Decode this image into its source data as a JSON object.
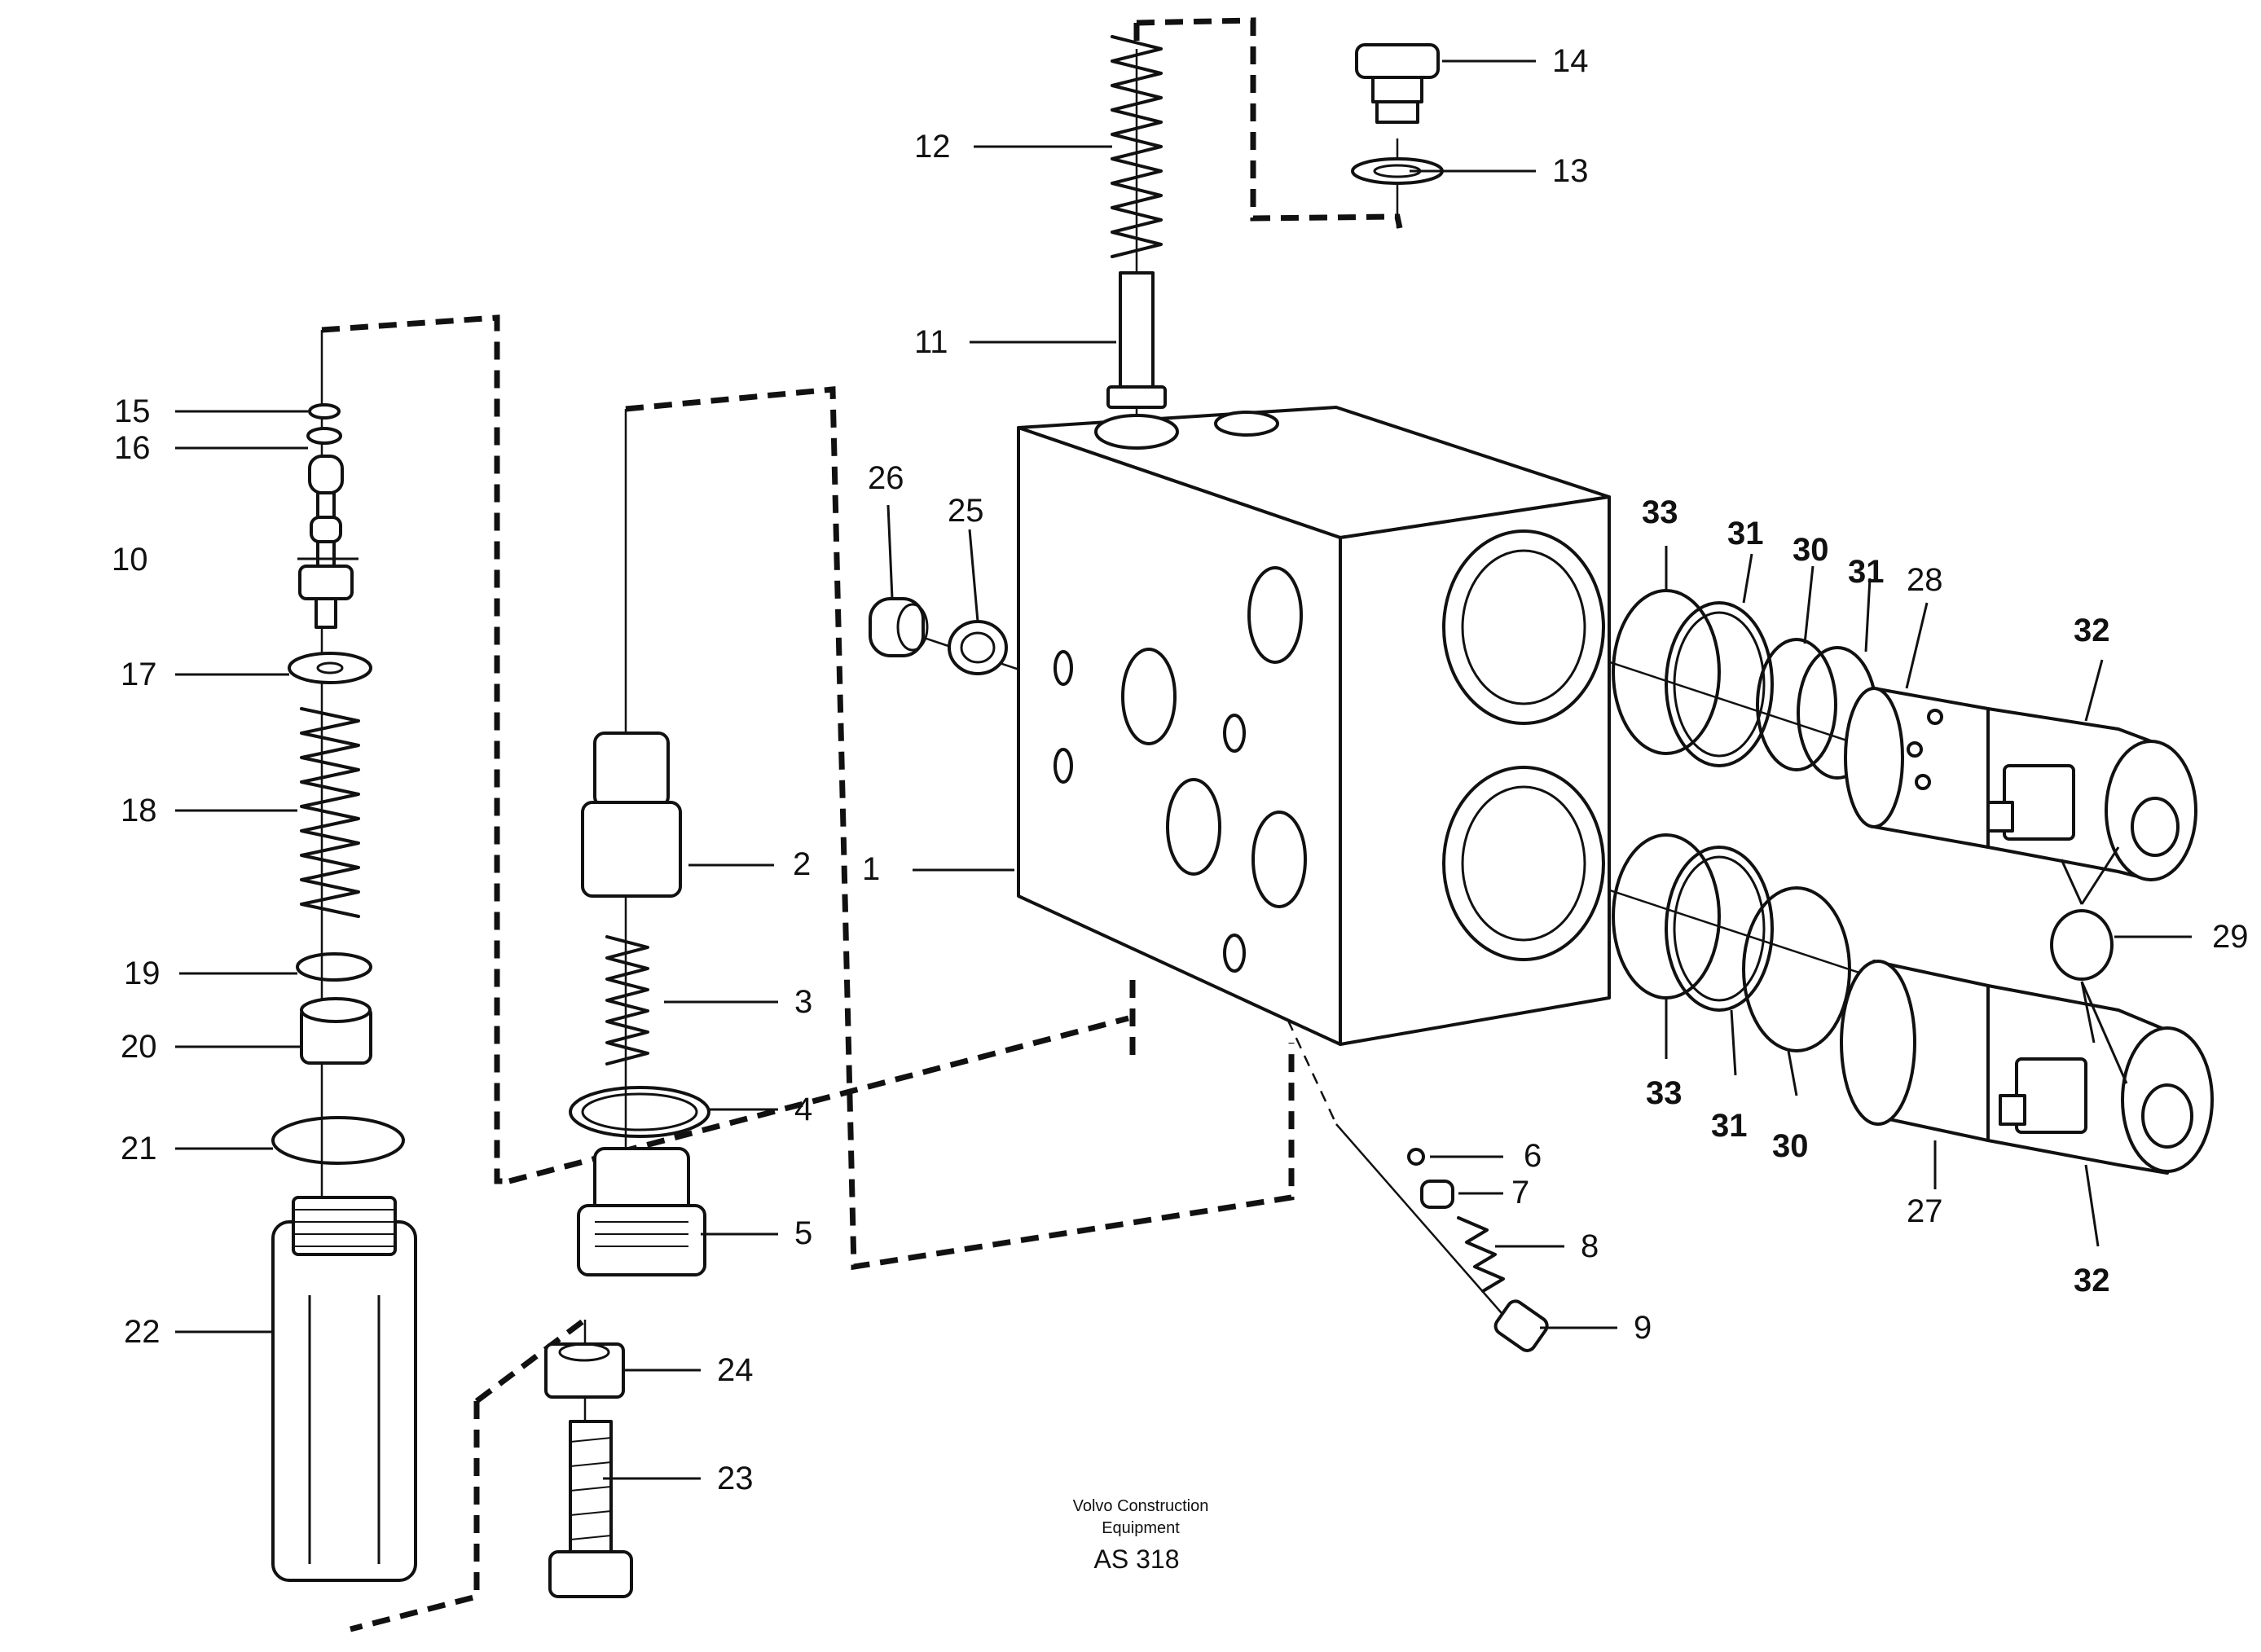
{
  "callouts": {
    "c1": "1",
    "c2": "2",
    "c3": "3",
    "c4": "4",
    "c5": "5",
    "c6": "6",
    "c7": "7",
    "c8": "8",
    "c9": "9",
    "c10": "10",
    "c11": "11",
    "c12": "12",
    "c13": "13",
    "c14": "14",
    "c15": "15",
    "c16": "16",
    "c17": "17",
    "c18": "18",
    "c19": "19",
    "c20": "20",
    "c21": "21",
    "c22": "22",
    "c23": "23",
    "c24": "24",
    "c25": "25",
    "c26": "26",
    "c27": "27",
    "c28": "28",
    "c29": "29",
    "c30a": "30",
    "c30b": "30",
    "c31a": "31",
    "c31b": "31",
    "c31c": "31",
    "c32a": "32",
    "c32b": "32",
    "c33a": "33",
    "c33b": "33"
  },
  "footer": {
    "company_line1": "Volvo Construction",
    "company_line2": "Equipment",
    "drawing_code": "AS 318"
  }
}
